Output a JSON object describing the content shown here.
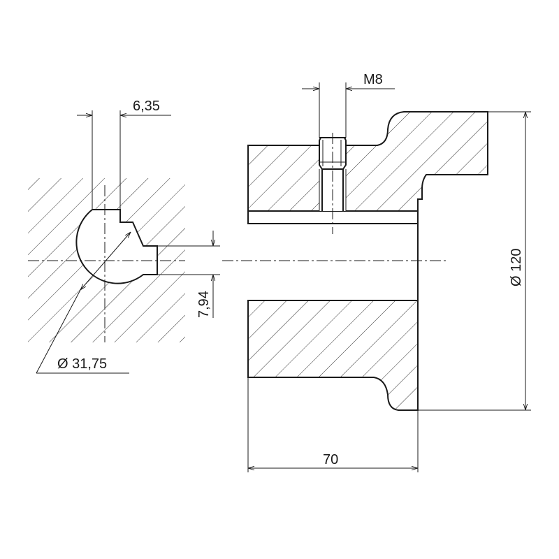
{
  "drawing": {
    "colors": {
      "line": "#1a1a1a",
      "hatch": "#333333",
      "background": "#ffffff"
    },
    "dimensions": {
      "key_width": "6,35",
      "thread": "M8",
      "keyway_depth": "7,94",
      "bore_diameter": "Ø 31,75",
      "outer_diameter": "Ø 120",
      "length": "70"
    }
  }
}
